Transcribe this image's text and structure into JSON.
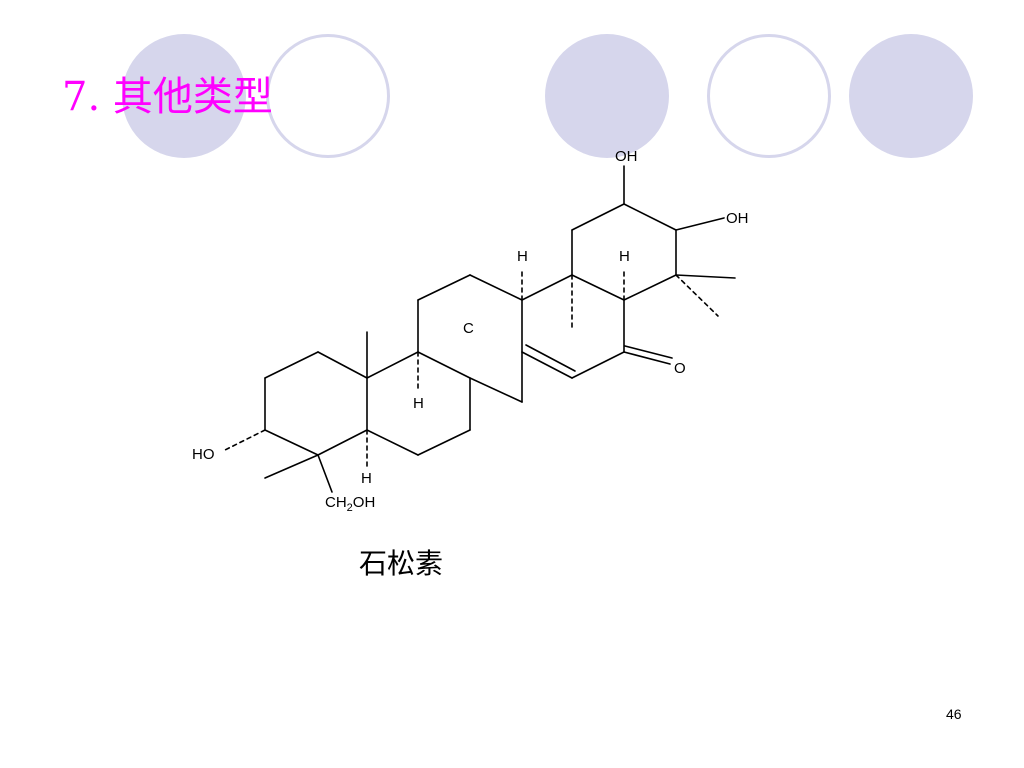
{
  "slide": {
    "title": "7. 其他类型",
    "caption": "石松素",
    "page_number": "46",
    "accent_circle_color": "#d6d6ec",
    "title_color": "#ff00ff"
  },
  "structure": {
    "labels": {
      "oh_top": "OH",
      "oh_right": "OH",
      "h_upper_left": "H",
      "h_upper_right": "H",
      "c_bridge": "C",
      "o_ketone": "O",
      "h_middle": "H",
      "ho_left": "HO",
      "h_lower": "H",
      "ch2oh_prefix": "CH",
      "ch2oh_sub": "2",
      "ch2oh_suffix": "OH"
    }
  }
}
